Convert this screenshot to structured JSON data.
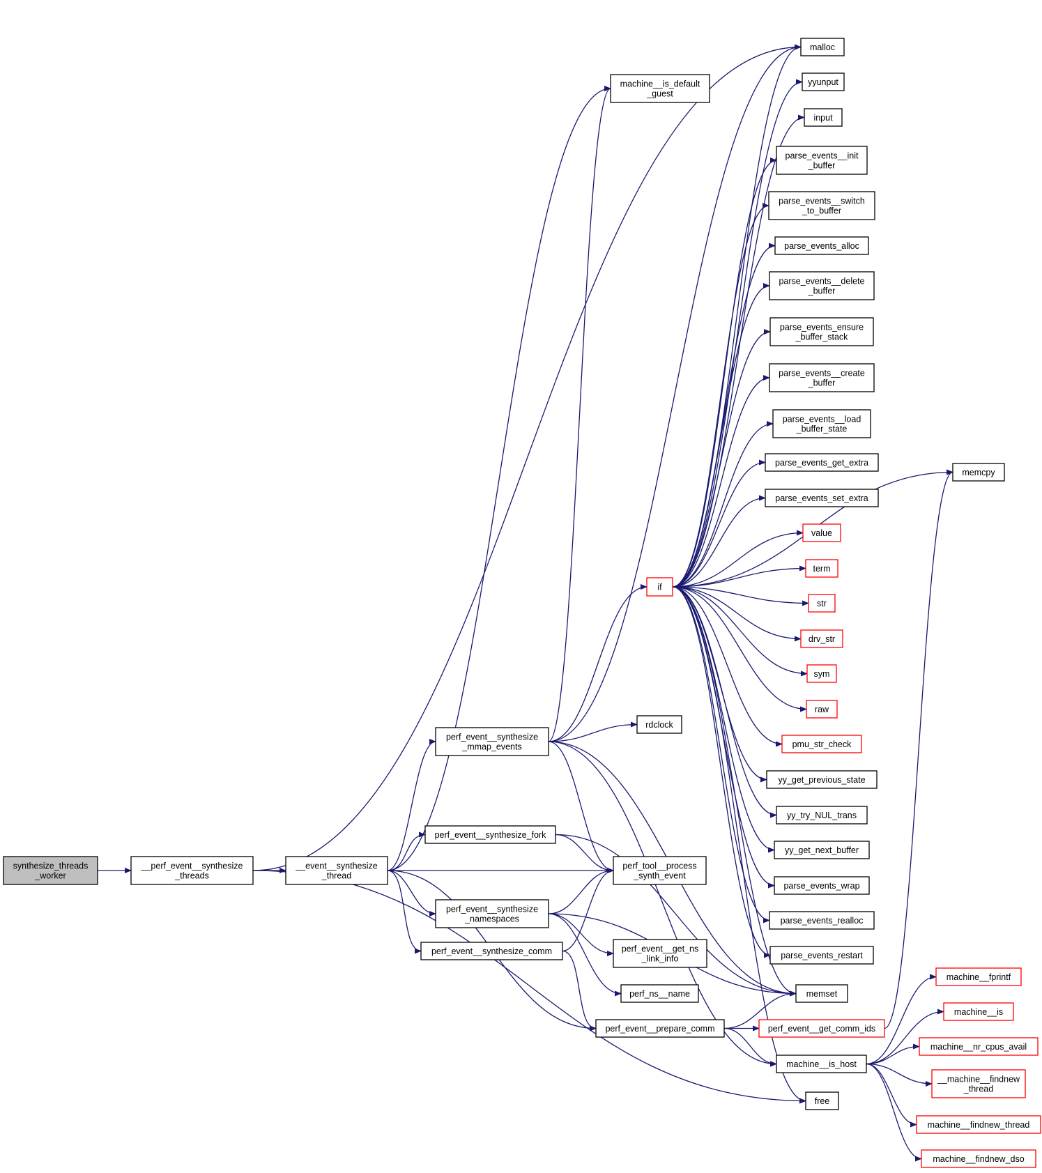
{
  "title": "synthesize_threads_worker call graph",
  "colors": {
    "edge": "#191970",
    "border": "#000000",
    "link_border": "#ff0000",
    "root_fill": "#bfbfbf",
    "background": "#ffffff"
  },
  "nodes": [
    {
      "id": "synthesize_threads_worker",
      "lines": [
        "synthesize_threads",
        "_worker"
      ],
      "style": "root"
    },
    {
      "id": "__perf_event__synthesize_threads",
      "lines": [
        "__perf_event__synthesize",
        "_threads"
      ],
      "style": "normal"
    },
    {
      "id": "__event__synthesize_thread",
      "lines": [
        "__event__synthesize",
        "_thread"
      ],
      "style": "normal"
    },
    {
      "id": "machine__is_default_guest",
      "lines": [
        "machine__is_default",
        "_guest"
      ],
      "style": "normal"
    },
    {
      "id": "malloc",
      "lines": [
        "malloc"
      ],
      "style": "normal"
    },
    {
      "id": "free",
      "lines": [
        "free"
      ],
      "style": "normal"
    },
    {
      "id": "perf_event__synthesize_mmap_events",
      "lines": [
        "perf_event__synthesize",
        "_mmap_events"
      ],
      "style": "normal"
    },
    {
      "id": "perf_event__synthesize_fork",
      "lines": [
        "perf_event__synthesize_fork"
      ],
      "style": "normal"
    },
    {
      "id": "perf_event__synthesize_namespaces",
      "lines": [
        "perf_event__synthesize",
        "_namespaces"
      ],
      "style": "normal"
    },
    {
      "id": "perf_event__synthesize_comm",
      "lines": [
        "perf_event__synthesize_comm"
      ],
      "style": "normal"
    },
    {
      "id": "perf_tool__process_synth_event",
      "lines": [
        "perf_tool__process",
        "_synth_event"
      ],
      "style": "normal"
    },
    {
      "id": "perf_event__prepare_comm",
      "lines": [
        "perf_event__prepare_comm"
      ],
      "style": "normal"
    },
    {
      "id": "rdclock",
      "lines": [
        "rdclock"
      ],
      "style": "normal"
    },
    {
      "id": "perf_event__get_ns_link_info",
      "lines": [
        "perf_event__get_ns",
        "_link_info"
      ],
      "style": "normal"
    },
    {
      "id": "perf_ns__name",
      "lines": [
        "perf_ns__name"
      ],
      "style": "normal"
    },
    {
      "id": "if",
      "lines": [
        "if"
      ],
      "style": "link"
    },
    {
      "id": "memset",
      "lines": [
        "memset"
      ],
      "style": "normal"
    },
    {
      "id": "perf_event__get_comm_ids",
      "lines": [
        "perf_event__get_comm_ids"
      ],
      "style": "link"
    },
    {
      "id": "machine__is_host",
      "lines": [
        "machine__is_host"
      ],
      "style": "normal"
    },
    {
      "id": "yyunput",
      "lines": [
        "yyunput"
      ],
      "style": "normal"
    },
    {
      "id": "input",
      "lines": [
        "input"
      ],
      "style": "normal"
    },
    {
      "id": "parse_events__init_buffer",
      "lines": [
        "parse_events__init",
        "_buffer"
      ],
      "style": "normal"
    },
    {
      "id": "parse_events__switch_to_buffer",
      "lines": [
        "parse_events__switch",
        "_to_buffer"
      ],
      "style": "normal"
    },
    {
      "id": "parse_events_alloc",
      "lines": [
        "parse_events_alloc"
      ],
      "style": "normal"
    },
    {
      "id": "parse_events__delete_buffer",
      "lines": [
        "parse_events__delete",
        "_buffer"
      ],
      "style": "normal"
    },
    {
      "id": "parse_events_ensure_buffer_stack",
      "lines": [
        "parse_events_ensure",
        "_buffer_stack"
      ],
      "style": "normal"
    },
    {
      "id": "parse_events__create_buffer",
      "lines": [
        "parse_events__create",
        "_buffer"
      ],
      "style": "normal"
    },
    {
      "id": "parse_events__load_buffer_state",
      "lines": [
        "parse_events__load",
        "_buffer_state"
      ],
      "style": "normal"
    },
    {
      "id": "parse_events_get_extra",
      "lines": [
        "parse_events_get_extra"
      ],
      "style": "normal"
    },
    {
      "id": "parse_events_set_extra",
      "lines": [
        "parse_events_set_extra"
      ],
      "style": "normal"
    },
    {
      "id": "value",
      "lines": [
        "value"
      ],
      "style": "link"
    },
    {
      "id": "term",
      "lines": [
        "term"
      ],
      "style": "link"
    },
    {
      "id": "str",
      "lines": [
        "str"
      ],
      "style": "link"
    },
    {
      "id": "drv_str",
      "lines": [
        "drv_str"
      ],
      "style": "link"
    },
    {
      "id": "sym",
      "lines": [
        "sym"
      ],
      "style": "link"
    },
    {
      "id": "raw",
      "lines": [
        "raw"
      ],
      "style": "link"
    },
    {
      "id": "pmu_str_check",
      "lines": [
        "pmu_str_check"
      ],
      "style": "link"
    },
    {
      "id": "yy_get_previous_state",
      "lines": [
        "yy_get_previous_state"
      ],
      "style": "normal"
    },
    {
      "id": "yy_try_NUL_trans",
      "lines": [
        "yy_try_NUL_trans"
      ],
      "style": "normal"
    },
    {
      "id": "yy_get_next_buffer",
      "lines": [
        "yy_get_next_buffer"
      ],
      "style": "normal"
    },
    {
      "id": "parse_events_wrap",
      "lines": [
        "parse_events_wrap"
      ],
      "style": "normal"
    },
    {
      "id": "parse_events_realloc",
      "lines": [
        "parse_events_realloc"
      ],
      "style": "normal"
    },
    {
      "id": "parse_events_restart",
      "lines": [
        "parse_events_restart"
      ],
      "style": "normal"
    },
    {
      "id": "memcpy",
      "lines": [
        "memcpy"
      ],
      "style": "normal"
    },
    {
      "id": "machine__fprintf",
      "lines": [
        "machine__fprintf"
      ],
      "style": "link"
    },
    {
      "id": "machine__is",
      "lines": [
        "machine__is"
      ],
      "style": "link"
    },
    {
      "id": "machine__nr_cpus_avail",
      "lines": [
        "machine__nr_cpus_avail"
      ],
      "style": "link"
    },
    {
      "id": "__machine__findnew_thread",
      "lines": [
        "__machine__findnew",
        "_thread"
      ],
      "style": "link"
    },
    {
      "id": "machine__findnew_thread",
      "lines": [
        "machine__findnew_thread"
      ],
      "style": "link"
    },
    {
      "id": "machine__findnew_dso",
      "lines": [
        "machine__findnew_dso"
      ],
      "style": "link"
    }
  ],
  "edges": [
    [
      "synthesize_threads_worker",
      "__perf_event__synthesize_threads"
    ],
    [
      "__perf_event__synthesize_threads",
      "__event__synthesize_thread"
    ],
    [
      "__perf_event__synthesize_threads",
      "malloc"
    ],
    [
      "__perf_event__synthesize_threads",
      "free"
    ],
    [
      "__event__synthesize_thread",
      "machine__is_default_guest"
    ],
    [
      "__event__synthesize_thread",
      "perf_event__synthesize_mmap_events"
    ],
    [
      "__event__synthesize_thread",
      "perf_event__synthesize_fork"
    ],
    [
      "__event__synthesize_thread",
      "perf_tool__process_synth_event"
    ],
    [
      "__event__synthesize_thread",
      "perf_event__synthesize_namespaces"
    ],
    [
      "__event__synthesize_thread",
      "perf_event__synthesize_comm"
    ],
    [
      "__event__synthesize_thread",
      "perf_event__prepare_comm"
    ],
    [
      "perf_event__synthesize_mmap_events",
      "machine__is_default_guest"
    ],
    [
      "perf_event__synthesize_mmap_events",
      "malloc"
    ],
    [
      "perf_event__synthesize_mmap_events",
      "if"
    ],
    [
      "perf_event__synthesize_mmap_events",
      "rdclock"
    ],
    [
      "perf_event__synthesize_mmap_events",
      "perf_tool__process_synth_event"
    ],
    [
      "perf_event__synthesize_mmap_events",
      "memset"
    ],
    [
      "perf_event__synthesize_mmap_events",
      "machine__is_host"
    ],
    [
      "perf_event__synthesize_fork",
      "perf_tool__process_synth_event"
    ],
    [
      "perf_event__synthesize_fork",
      "memset"
    ],
    [
      "perf_event__synthesize_namespaces",
      "perf_tool__process_synth_event"
    ],
    [
      "perf_event__synthesize_namespaces",
      "perf_event__get_ns_link_info"
    ],
    [
      "perf_event__synthesize_namespaces",
      "perf_ns__name"
    ],
    [
      "perf_event__synthesize_namespaces",
      "memset"
    ],
    [
      "perf_event__synthesize_comm",
      "perf_tool__process_synth_event"
    ],
    [
      "perf_event__synthesize_comm",
      "perf_event__prepare_comm"
    ],
    [
      "perf_event__prepare_comm",
      "memset"
    ],
    [
      "perf_event__prepare_comm",
      "perf_event__get_comm_ids"
    ],
    [
      "perf_event__prepare_comm",
      "machine__is_host"
    ],
    [
      "perf_event__get_comm_ids",
      "memcpy"
    ],
    [
      "if",
      "malloc"
    ],
    [
      "if",
      "memcpy"
    ],
    [
      "if",
      "yyunput"
    ],
    [
      "if",
      "input"
    ],
    [
      "if",
      "parse_events__init_buffer"
    ],
    [
      "if",
      "parse_events__switch_to_buffer"
    ],
    [
      "if",
      "parse_events_alloc"
    ],
    [
      "if",
      "parse_events__delete_buffer"
    ],
    [
      "if",
      "parse_events_ensure_buffer_stack"
    ],
    [
      "if",
      "parse_events__create_buffer"
    ],
    [
      "if",
      "parse_events__load_buffer_state"
    ],
    [
      "if",
      "parse_events_get_extra"
    ],
    [
      "if",
      "parse_events_set_extra"
    ],
    [
      "if",
      "value"
    ],
    [
      "if",
      "term"
    ],
    [
      "if",
      "str"
    ],
    [
      "if",
      "drv_str"
    ],
    [
      "if",
      "sym"
    ],
    [
      "if",
      "raw"
    ],
    [
      "if",
      "pmu_str_check"
    ],
    [
      "if",
      "yy_get_previous_state"
    ],
    [
      "if",
      "yy_try_NUL_trans"
    ],
    [
      "if",
      "yy_get_next_buffer"
    ],
    [
      "if",
      "parse_events_wrap"
    ],
    [
      "if",
      "parse_events_realloc"
    ],
    [
      "if",
      "parse_events_restart"
    ],
    [
      "if",
      "memset"
    ],
    [
      "if",
      "free"
    ],
    [
      "machine__is_host",
      "machine__fprintf"
    ],
    [
      "machine__is_host",
      "machine__is"
    ],
    [
      "machine__is_host",
      "machine__nr_cpus_avail"
    ],
    [
      "machine__is_host",
      "__machine__findnew_thread"
    ],
    [
      "machine__is_host",
      "machine__findnew_thread"
    ],
    [
      "machine__is_host",
      "machine__findnew_dso"
    ]
  ]
}
